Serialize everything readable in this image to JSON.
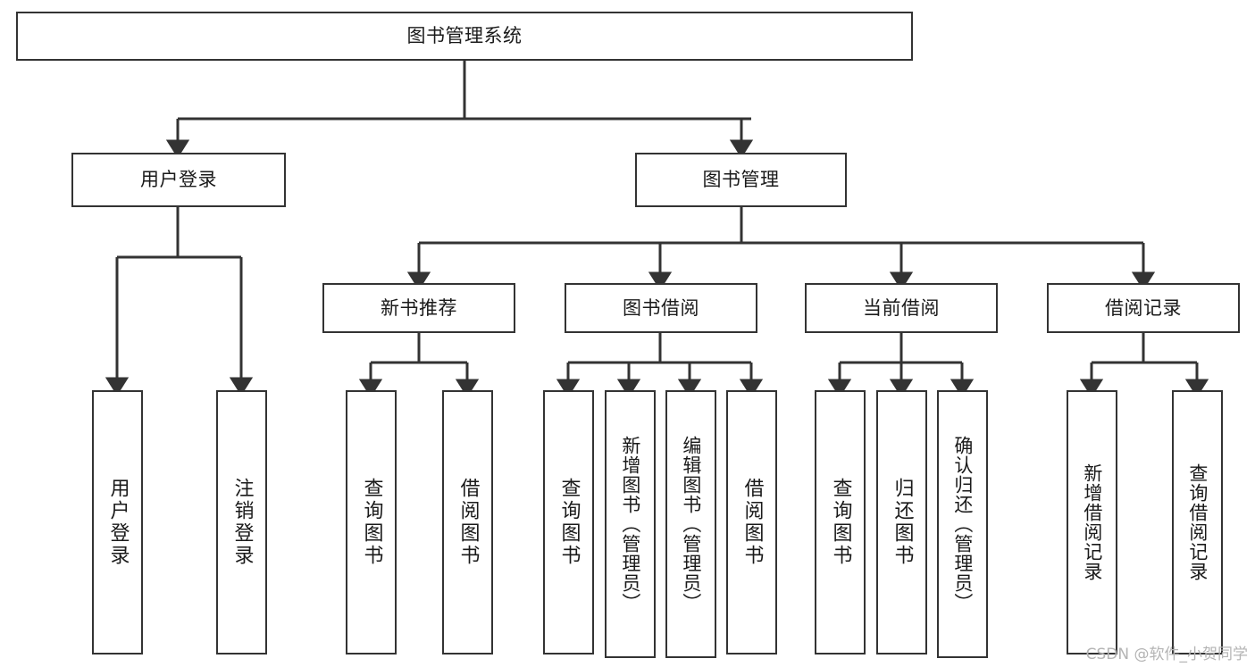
{
  "diagram": {
    "type": "tree-hierarchy-flowchart",
    "background_color": "#ffffff",
    "border_color": "#333333",
    "text_color": "#1a1a1a",
    "root": {
      "label": "图书管理系统"
    },
    "level2": [
      {
        "label": "用户登录"
      },
      {
        "label": "图书管理"
      }
    ],
    "level3": [
      {
        "label": "新书推荐"
      },
      {
        "label": "图书借阅"
      },
      {
        "label": "当前借阅"
      },
      {
        "label": "借阅记录"
      }
    ],
    "leaves": {
      "user_login": [
        {
          "label": "用户登录"
        },
        {
          "label": "注销登录"
        }
      ],
      "new_book_recommend": [
        {
          "label": "查询图书"
        },
        {
          "label": "借阅图书"
        }
      ],
      "book_borrow": [
        {
          "label": "查询图书"
        },
        {
          "label": "新增图书（管理员）"
        },
        {
          "label": "编辑图书（管理员）"
        },
        {
          "label": "借阅图书"
        }
      ],
      "current_borrow": [
        {
          "label": "查询图书"
        },
        {
          "label": "归还图书"
        },
        {
          "label": "确认归还（管理员）"
        }
      ],
      "borrow_record": [
        {
          "label": "新增借阅记录"
        },
        {
          "label": "查询借阅记录"
        }
      ]
    }
  },
  "watermark": {
    "text": "CSDN @软件_小贺同学",
    "color": "#b4b4b4"
  }
}
